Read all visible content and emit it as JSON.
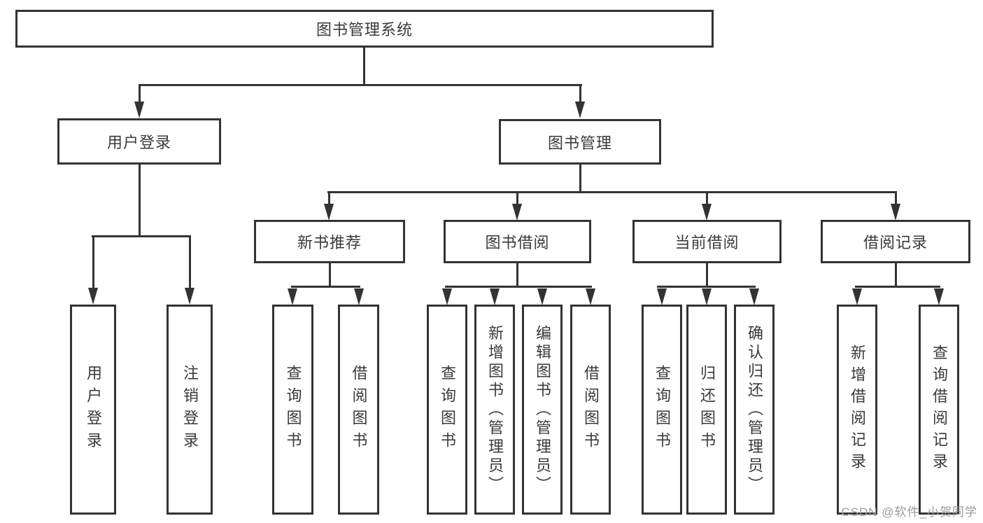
{
  "root": {
    "label": "图书管理系统"
  },
  "branches": [
    {
      "label": "用户登录",
      "children": [
        {
          "label": "用户登录"
        },
        {
          "label": "注销登录"
        }
      ]
    },
    {
      "label": "图书管理",
      "children": [
        {
          "label": "新书推荐",
          "children": [
            {
              "label": "查询图书"
            },
            {
              "label": "借阅图书"
            }
          ]
        },
        {
          "label": "图书借阅",
          "children": [
            {
              "label": "查询图书"
            },
            {
              "label": "新增图书（管理员）"
            },
            {
              "label": "编辑图书（管理员）"
            },
            {
              "label": "借阅图书"
            }
          ]
        },
        {
          "label": "当前借阅",
          "children": [
            {
              "label": "查询图书"
            },
            {
              "label": "归还图书"
            },
            {
              "label": "确认归还（管理员）"
            }
          ]
        },
        {
          "label": "借阅记录",
          "children": [
            {
              "label": "新增借阅记录"
            },
            {
              "label": "查询借阅记录"
            }
          ]
        }
      ]
    }
  ],
  "watermark": {
    "text": "CSDN @软件_小贺同学"
  },
  "colors": {
    "line": "#333333",
    "text": "#3a3a3a",
    "background": "#ffffff",
    "watermark": "#9c9c9c"
  }
}
